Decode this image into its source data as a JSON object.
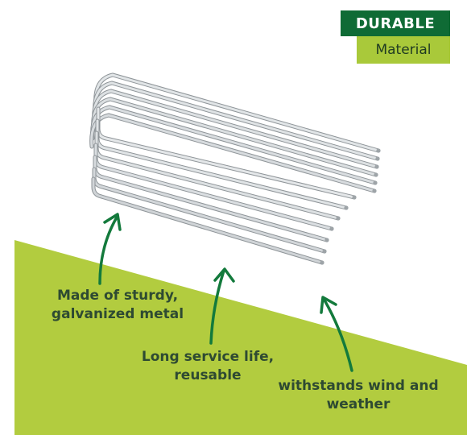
{
  "badge": {
    "line1": "DURABLE",
    "line2": "Material"
  },
  "callouts": [
    {
      "text": "Made of sturdy,\ngalvanized metal"
    },
    {
      "text": "Long service life,\nreusable"
    },
    {
      "text": "withstands wind and\nweather"
    }
  ],
  "colors": {
    "accent_green": "#a9c93a",
    "dark_green": "#0f6b35",
    "text": "#2e4a32",
    "metal": "#c9ced1"
  }
}
